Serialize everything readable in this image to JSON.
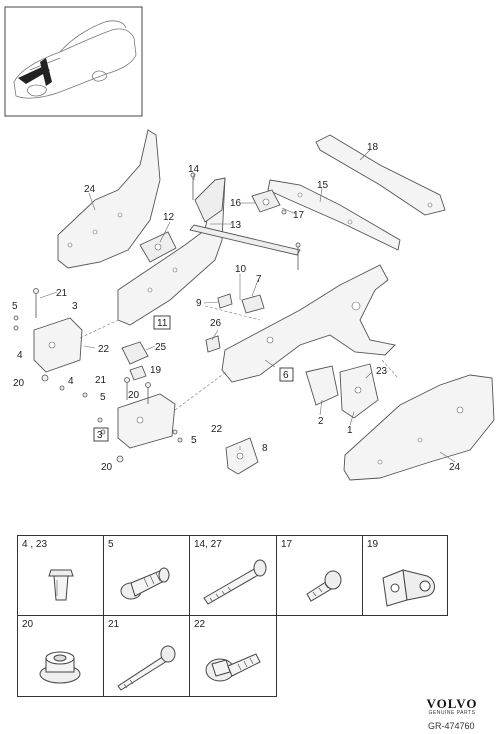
{
  "callouts": [
    "24",
    "12",
    "14",
    "16",
    "17",
    "13",
    "15",
    "18",
    "10",
    "7",
    "9",
    "26",
    "11",
    "21",
    "3",
    "5",
    "4",
    "22",
    "25",
    "20",
    "19",
    "21",
    "4",
    "5",
    "3",
    "22",
    "5",
    "20",
    "6",
    "23",
    "2",
    "1",
    "8",
    "24"
  ],
  "boxed_callouts": [
    "11",
    "3",
    "6"
  ],
  "parts_table": [
    {
      "label": "4 , 23",
      "icon": "rivet-nut-icon"
    },
    {
      "label": "5",
      "icon": "flange-bolt-icon"
    },
    {
      "label": "14, 27",
      "icon": "long-bolt-icon"
    },
    {
      "label": "17",
      "icon": "short-screw-icon"
    },
    {
      "label": "19",
      "icon": "clip-bracket-icon"
    },
    {
      "label": "20",
      "icon": "flange-nut-icon"
    },
    {
      "label": "21",
      "icon": "long-bolt-thin-icon"
    },
    {
      "label": "22",
      "icon": "hex-flange-bolt-icon"
    }
  ],
  "brand": {
    "name": "VOLVO",
    "tagline": "GENUINE PARTS"
  },
  "ref_code": "GR-474760"
}
